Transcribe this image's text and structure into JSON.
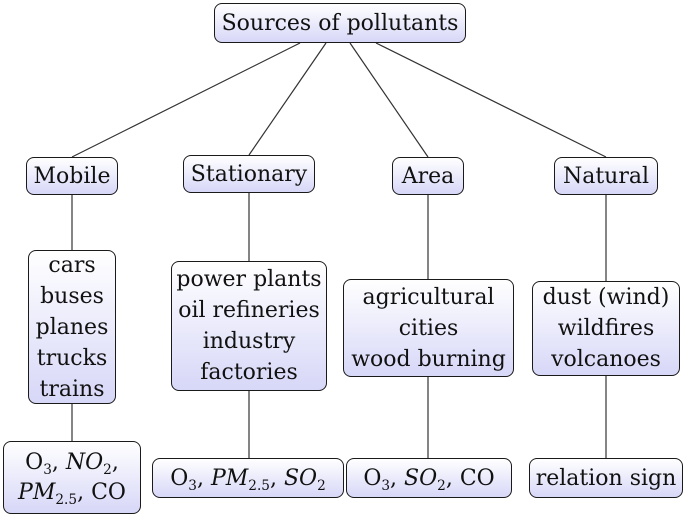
{
  "root": {
    "label": "Sources of pollutants"
  },
  "categories": {
    "mobile": {
      "label": "Mobile"
    },
    "stationary": {
      "label": "Stationary"
    },
    "area": {
      "label": "Area"
    },
    "natural": {
      "label": "Natural"
    }
  },
  "sources": {
    "mobile": [
      "cars",
      "buses",
      "planes",
      "trucks",
      "trains"
    ],
    "stationary": [
      "power plants",
      "oil refineries",
      "industry",
      "factories"
    ],
    "area": [
      "agricultural",
      "cities",
      "wood burning"
    ],
    "natural": [
      "dust (wind)",
      "wildfires",
      "volcanoes"
    ]
  },
  "pollutants": {
    "o3": "O",
    "o3_sub": "3",
    "no2": "NO",
    "no2_sub": "2",
    "pm": "PM",
    "pm_sub": "2.5",
    "so2": "SO",
    "so2_sub": "2",
    "co": "CO",
    "natural_label": "relation sign"
  },
  "colors": {
    "node_top": "#ffffff",
    "node_bottom": "#d7d7f8",
    "border": "#1a1a1a",
    "edge": "#333333"
  }
}
